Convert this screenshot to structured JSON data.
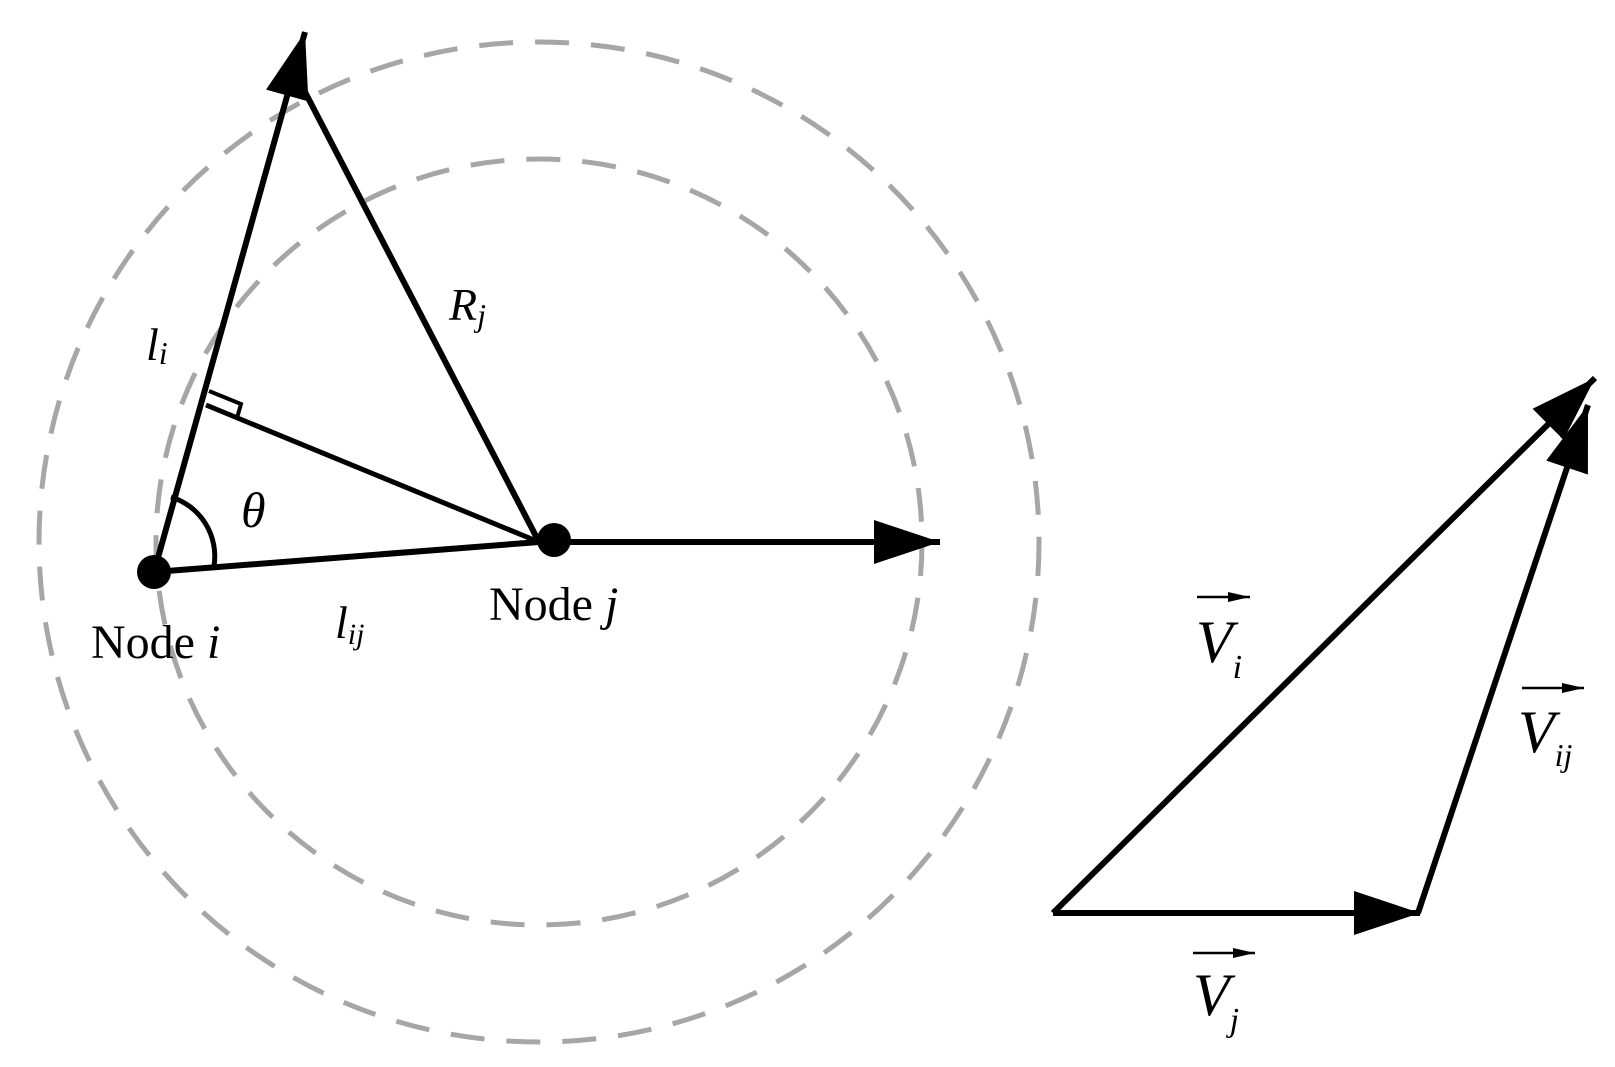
{
  "colors": {
    "stroke": "#000000",
    "circle": "#a6a6a6",
    "background": "#ffffff"
  },
  "labels": {
    "node_i_prefix": "Node ",
    "node_i_var": "i",
    "node_j_prefix": "Node ",
    "node_j_var": "j",
    "li_base": "l",
    "li_sub": "i",
    "lij_base": "l",
    "lij_sub": "ij",
    "rj_base": "R",
    "rj_sub": "j",
    "theta": "θ",
    "vi_base": "V",
    "vi_sub": "i",
    "vj_base": "V",
    "vj_sub": "j",
    "vij_base": "V",
    "vij_sub": "ij"
  }
}
